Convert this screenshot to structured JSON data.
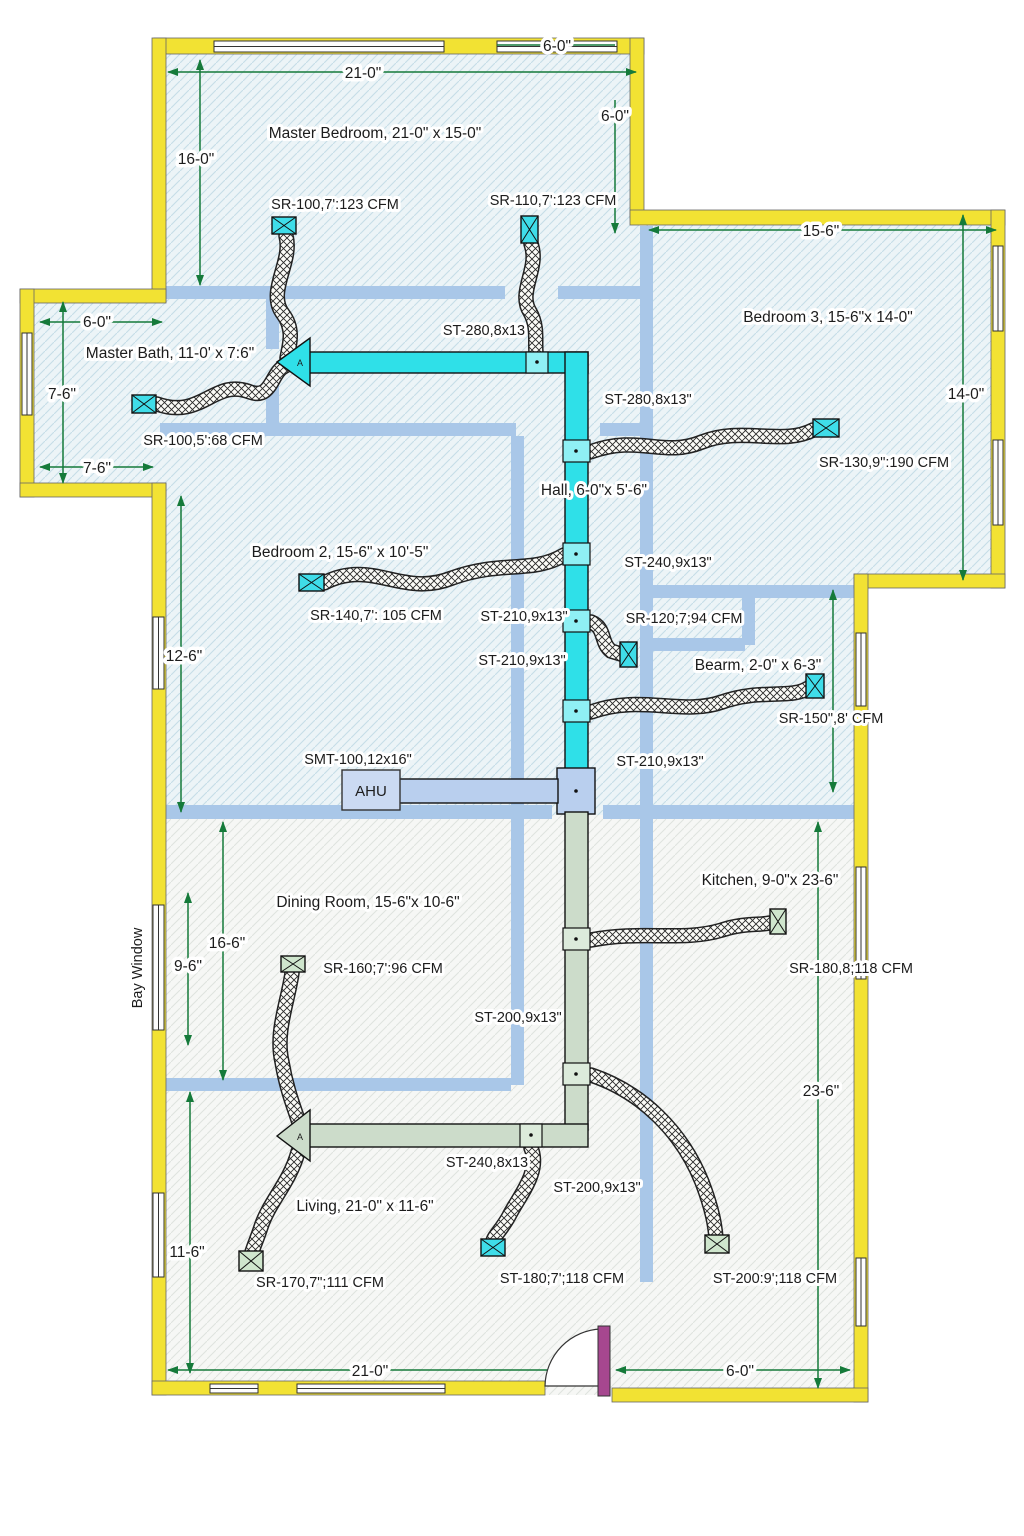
{
  "rooms": [
    {
      "label": "Master Bedroom, 21-0\" x 15-0\""
    },
    {
      "label": "Master Bath, 11-0' x 7:6\""
    },
    {
      "label": "Bedroom 3, 15-6\"x 14-0\""
    },
    {
      "label": "Bedroom 2, 15-6\" x 10'-5\""
    },
    {
      "label": "Hall, 6-0\"x 5'-6\""
    },
    {
      "label": "Bearm, 2-0\" x 6-3\""
    },
    {
      "label": "Dining Room, 15-6\"x 10-6\""
    },
    {
      "label": "Kitchen, 9-0\"x 23-6\""
    },
    {
      "label": "Living, 21-0\" x 11-6\""
    }
  ],
  "registers": [
    {
      "label": "SR-100,7':123 CFM"
    },
    {
      "label": "SR-110,7':123 CFM"
    },
    {
      "label": "SR-130,9\":190 CFM"
    },
    {
      "label": "SR-100,5':68 CFM"
    },
    {
      "label": "SR-140,7': 105 CFM"
    },
    {
      "label": "SR-120;7;94 CFM"
    },
    {
      "label": "SR-150\",8' CFM"
    },
    {
      "label": "SR-160;7':96 CFM"
    },
    {
      "label": "SR-180,8;118 CFM"
    },
    {
      "label": "SR-170,7\";111 CFM"
    },
    {
      "label": "ST-180;7';118 CFM"
    },
    {
      "label": "ST-200:9';118 CFM"
    }
  ],
  "ducts": [
    {
      "label": "ST-280,8x13"
    },
    {
      "label": "ST-280,8x13\""
    },
    {
      "label": "ST-240,9x13\""
    },
    {
      "label": "ST-210,9x13\""
    },
    {
      "label": "ST-210,9x13\""
    },
    {
      "label": "ST-210,9x13\""
    },
    {
      "label": "SMT-100,12x16\""
    },
    {
      "label": "ST-200,9x13\""
    },
    {
      "label": "ST-240,8x13"
    },
    {
      "label": "ST-200,9x13\""
    }
  ],
  "dims": [
    {
      "label": "6-0\""
    },
    {
      "label": "21-0\""
    },
    {
      "label": "16-0\""
    },
    {
      "label": "6-0\""
    },
    {
      "label": "15-6\""
    },
    {
      "label": "14-0\""
    },
    {
      "label": "6-0\""
    },
    {
      "label": "7-6\""
    },
    {
      "label": "7-6\""
    },
    {
      "label": "12-6\""
    },
    {
      "label": "16-6\""
    },
    {
      "label": "9-6\""
    },
    {
      "label": "23-6\""
    },
    {
      "label": "11-6\""
    },
    {
      "label": "21-0\""
    },
    {
      "label": "6-0\""
    }
  ],
  "ahu": "AHU",
  "bay_window": "Bay Window",
  "arrow_a": "A",
  "colors": {
    "exterior_wall": "#f2e233",
    "interior_wall": "#a9c7e8",
    "supply_trunk": "#2fe0e8",
    "lower_trunk": "#ccdcca",
    "ahu_duct": "#b9cfee",
    "dimension": "#157a3a",
    "door": "#a6478f"
  }
}
